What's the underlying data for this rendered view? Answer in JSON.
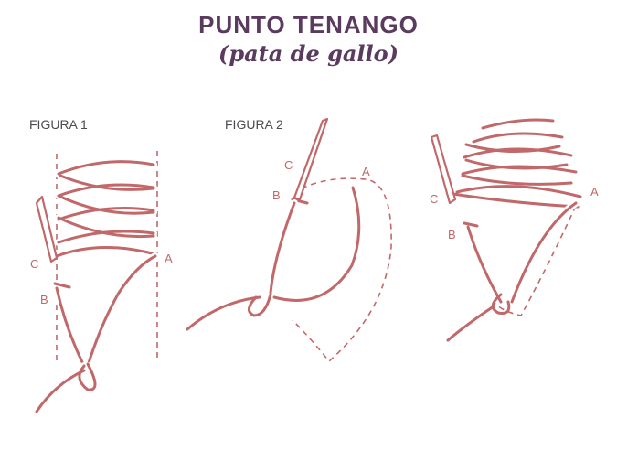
{
  "title": "PUNTO TENANGO",
  "subtitle": "(pata de gallo)",
  "figures": [
    {
      "label": "FIGURA 1",
      "points": {
        "a": "A",
        "b": "B",
        "c": "C"
      }
    },
    {
      "label": "FIGURA 2",
      "points": {
        "a": "A",
        "b": "B",
        "c": "C"
      }
    },
    {
      "label": "",
      "points": {
        "a": "A",
        "b": "B",
        "c": "C"
      }
    }
  ],
  "colors": {
    "title": "#5a3a5e",
    "thread": "#c1696a",
    "label": "#4d4a4f"
  }
}
